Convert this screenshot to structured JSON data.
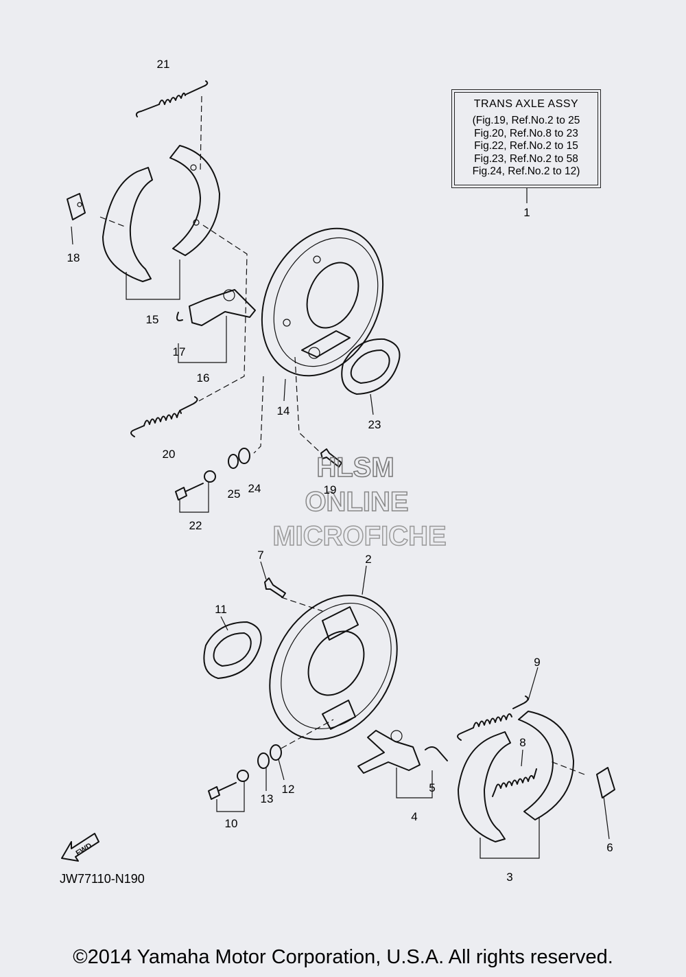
{
  "assy_box": {
    "title": "TRANS AXLE ASSY",
    "refs": [
      "(Fig.19, Ref.No.2 to 25",
      "Fig.20, Ref.No.8 to 23",
      "Fig.22, Ref.No.2 to 15",
      "Fig.23, Ref.No.2 to 58",
      "Fig.24, Ref.No.2 to 12)"
    ]
  },
  "callouts": {
    "c1": "1",
    "c2": "2",
    "c3": "3",
    "c4": "4",
    "c5": "5",
    "c6": "6",
    "c7": "7",
    "c8": "8",
    "c9": "9",
    "c10": "10",
    "c11": "11",
    "c12": "12",
    "c13": "13",
    "c14": "14",
    "c15": "15",
    "c16": "16",
    "c17": "17",
    "c18": "18",
    "c19": "19",
    "c20": "20",
    "c21": "21",
    "c22": "22",
    "c23": "23",
    "c24": "24",
    "c25": "25"
  },
  "watermark": {
    "line1": "HLSM",
    "line2": "ONLINE",
    "line3": "MICROFICHE"
  },
  "fwd_label": "FWD",
  "diagram_code": "JW77110-N190",
  "copyright": "©2014 Yamaha Motor Corporation, U.S.A. All rights reserved.",
  "colors": {
    "background": "#ecedf1",
    "ink": "#111111",
    "watermark": "#8a8a8a"
  }
}
